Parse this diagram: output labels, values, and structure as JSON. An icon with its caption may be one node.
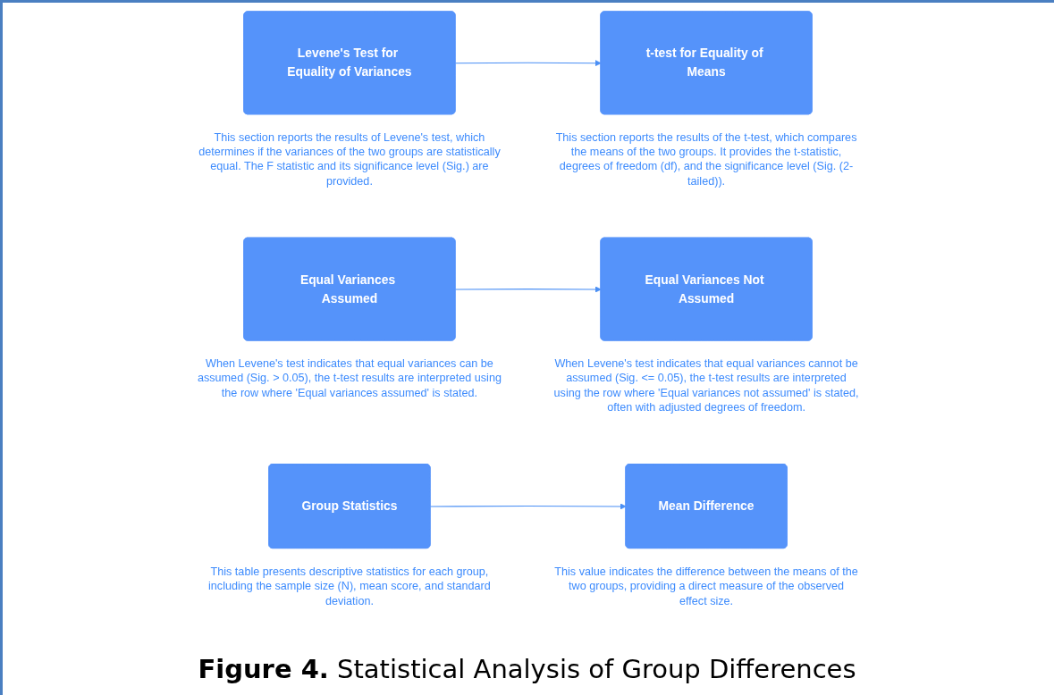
{
  "diagram": {
    "caption": "**Figure 4.** Statistical Analysis of Group Differences",
    "nodes": [
      {
        "text": [
          "Levene's Test for Equality of Variances"
        ],
        "beside": [
          "This section reports the results of Levene's test, which determines if the variances of the two groups are statistically equal. The F statistic and its significance level (Sig.) are provided."
        ]
      },
      {
        "text": [
          "t-test for Equality of Means"
        ],
        "beside": [
          "This section reports the results of the t-test, which compares the means of the two groups. It provides the t-statistic, degrees of freedom (df), and the significance level (Sig. (2-tailed))."
        ]
      },
      {
        "text": [
          "Equal Variances Assumed"
        ],
        "beside": [
          "When Levene's test indicates that equal variances can be assumed (Sig. > 0.05), the t-test results are interpreted using the row where 'Equal variances assumed' is stated."
        ]
      },
      {
        "text": [
          "Equal Variances Not Assumed"
        ],
        "beside": [
          "When Levene's test indicates that equal variances cannot be assumed (Sig. <= 0.05), the t-test results are interpreted using the row where 'Equal variances not assumed' is stated, often with adjusted degrees of freedom."
        ]
      },
      {
        "text": [
          "Group Statistics"
        ],
        "beside": [
          "This table presents descriptive statistics for each group, including the sample size (N), mean score, and standard deviation."
        ]
      },
      {
        "text": [
          "Mean Difference"
        ],
        "beside": [
          "This value indicates the difference between the means of the two groups, providing a direct measure of the observed effect size."
        ]
      }
    ],
    "edges": [
      {
        "from": 0,
        "to": 1,
        "arrow": "to"
      },
      {
        "from": 2,
        "to": 3,
        "arrow": "to"
      },
      {
        "from": 4,
        "to": 5,
        "arrow": "to"
      }
    ]
  }
}
